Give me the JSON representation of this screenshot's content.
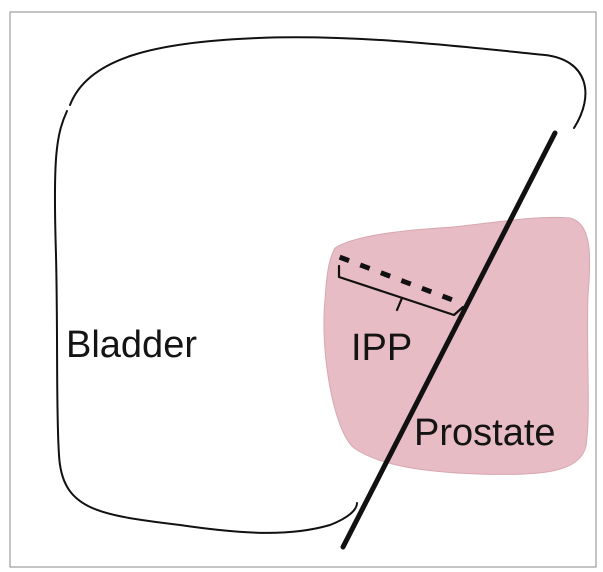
{
  "diagram": {
    "labels": {
      "bladder": "Bladder",
      "ipp": "IPP",
      "prostate": "Prostate"
    },
    "colors": {
      "background": "#ffffff",
      "border": "#8a8a8a",
      "outline": "#111111",
      "prostate_fill": "#e8bcc4",
      "prostate_stroke": "#d7a7b0",
      "line": "#111111"
    }
  }
}
